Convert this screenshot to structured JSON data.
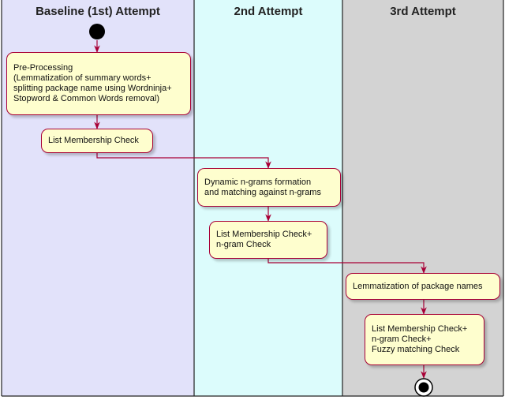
{
  "lanes": [
    {
      "title": "Baseline (1st) Attempt",
      "bg": "#e2e2fa"
    },
    {
      "title": "2nd Attempt",
      "bg": "#dcfcfc"
    },
    {
      "title": "3rd Attempt",
      "bg": "#d3d3d3"
    }
  ],
  "colors": {
    "arrow": "#a80036",
    "node_fill": "#fefece",
    "node_border": "#a80036",
    "lane_border": "#222222"
  },
  "nodes": {
    "preprocessing": "Pre-Processing\n(Lemmatization of summary words+\nsplitting package name using Wordninja+\nStopword & Common Words removal)",
    "list_check": "List Membership Check",
    "ngrams_formation": "Dynamic n-grams formation\nand matching against n-grams",
    "list_ngram_check": "List Membership Check+\nn-gram Check",
    "lemmatize_pkg": "Lemmatization of package names",
    "fuzzy_check": "List Membership Check+\nn-gram Check+\nFuzzy matching Check"
  }
}
